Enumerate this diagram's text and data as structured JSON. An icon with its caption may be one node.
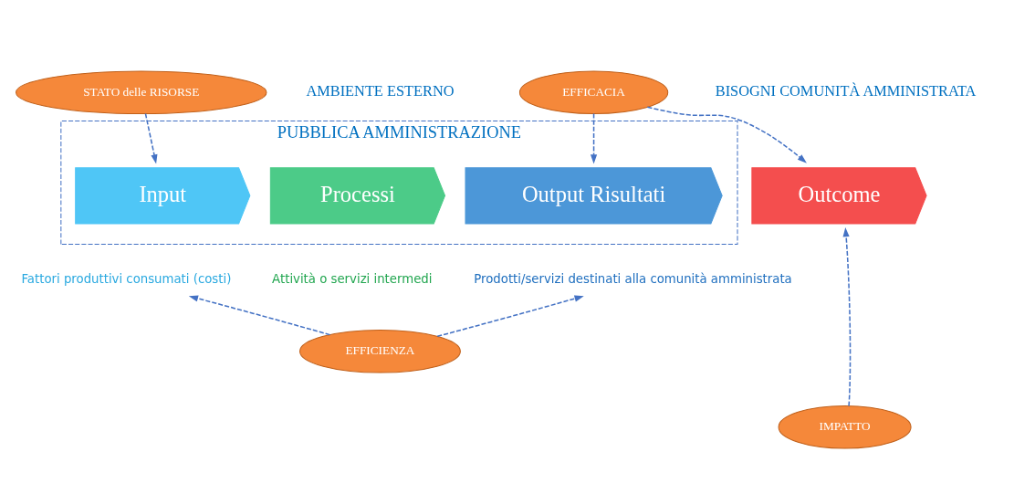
{
  "diagram": {
    "nodes": [
      {
        "text": [
          "STATO delle RISORSE"
        ]
      },
      {
        "text": [
          "PUBBLICA AMMINISTRAZIONE"
        ]
      },
      {
        "text": [
          "Input"
        ],
        "in": 1
      },
      {
        "text": [
          "Processi"
        ],
        "in": 1
      },
      {
        "text": [
          "Output Risultati"
        ],
        "in": 1
      },
      {
        "text": [
          "EFFICACIA"
        ]
      },
      {
        "text": [
          "Outcome"
        ]
      },
      {
        "text": [
          "Fattori produttivi consumati (costi)"
        ]
      },
      {
        "text": [
          "Attività o servizi intermedi"
        ]
      },
      {
        "text": [
          "Prodotti/servizi destinati alla comunità amministrata"
        ]
      },
      {
        "text": [
          "EFFICIENZA"
        ]
      },
      {
        "text": [
          "IMPATTO"
        ]
      }
    ],
    "edges": [
      {
        "from": 0,
        "to": 2,
        "arrow": "to",
        "style": "dashed"
      },
      {
        "from": 5,
        "to": 4,
        "arrow": "to",
        "style": "dashed"
      },
      {
        "from": 5,
        "to": 6,
        "arrow": "to",
        "style": "dashed"
      },
      {
        "from": 10,
        "to": 7,
        "arrow": "to",
        "style": "dashed"
      },
      {
        "from": 10,
        "to": 9,
        "arrow": "to",
        "style": "dashed"
      },
      {
        "from": 11,
        "to": 6,
        "arrow": "to",
        "style": "dashed"
      }
    ],
    "labels": [
      "AMBIENTE ESTERNO",
      "BISOGNI COMUNITÀ AMMINISTRATA"
    ]
  }
}
